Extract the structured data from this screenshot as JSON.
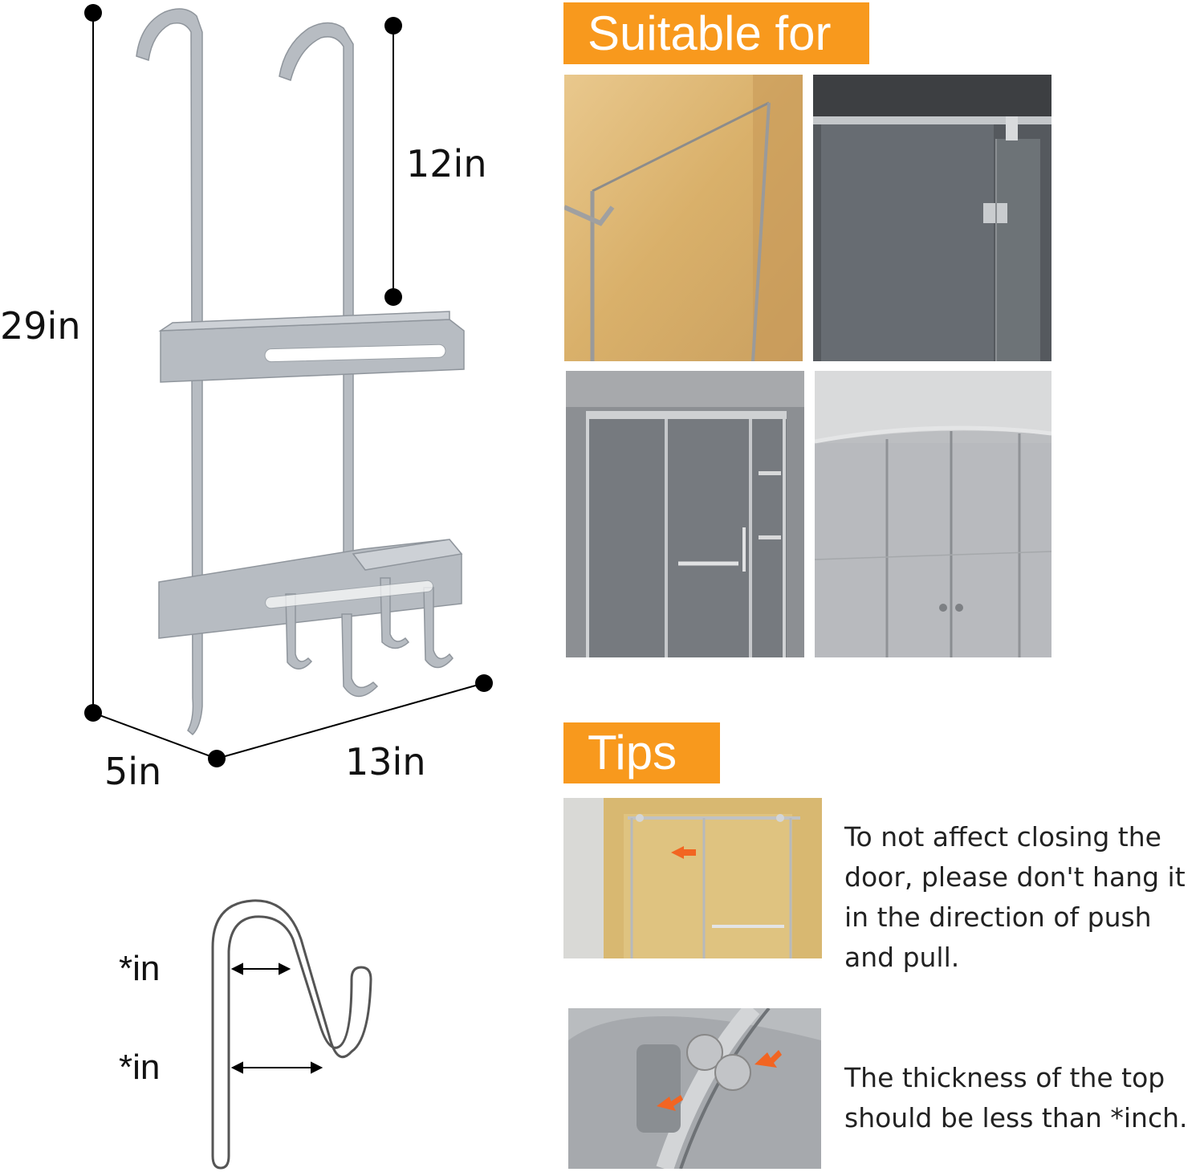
{
  "dimensions": {
    "height": "29in",
    "hook_height": "12in",
    "depth": "5in",
    "width": "13in"
  },
  "hook_diagram": {
    "opening_label": "*in",
    "throat_label": "*in"
  },
  "suitable": {
    "title": "Suitable for"
  },
  "tips": {
    "title": "Tips",
    "tip1": "To not affect closing the\ndoor, please don't hang it\nin the direction of push\nand pull.",
    "tip2": "The thickness of the top\nshould be less than *inch."
  },
  "colors": {
    "accent": "#f8991d",
    "rack": "#b7bcc2",
    "arrow": "#f26522"
  }
}
